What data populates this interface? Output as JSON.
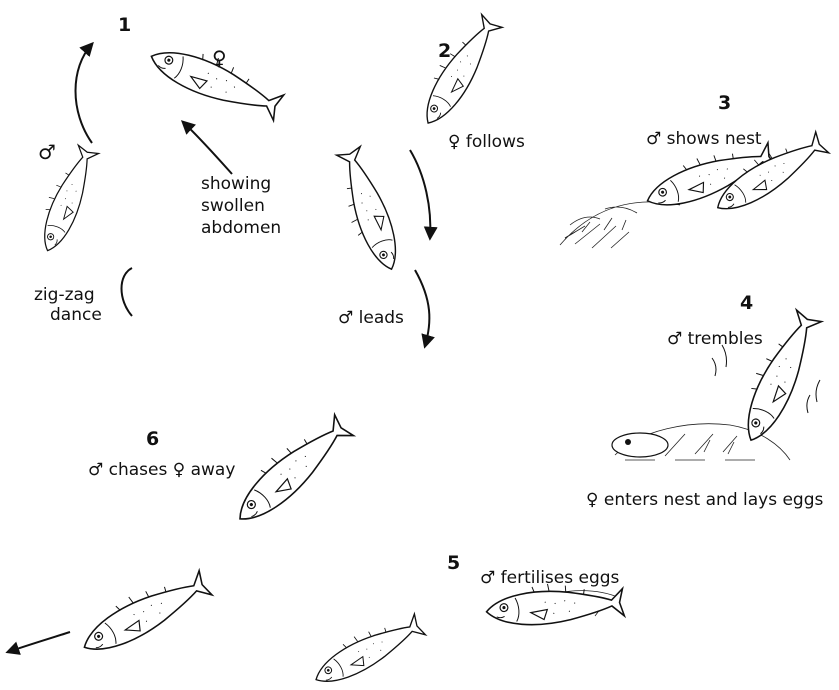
{
  "steps": [
    {
      "number": "1",
      "labels": [
        "zig-zag",
        "dance"
      ],
      "male_symbol": "♂",
      "female_symbol": "♀",
      "female_note": [
        "showing",
        "swollen",
        "abdomen"
      ]
    },
    {
      "number": "2",
      "male_label": "♂ leads",
      "female_label": "♀ follows"
    },
    {
      "number": "3",
      "label": "♂ shows nest"
    },
    {
      "number": "4",
      "label": "♂ trembles",
      "female_label": "♀ enters nest and lays eggs"
    },
    {
      "number": "5",
      "label": "♂ fertilises eggs"
    },
    {
      "number": "6",
      "label": "♂ chases ♀ away"
    }
  ]
}
